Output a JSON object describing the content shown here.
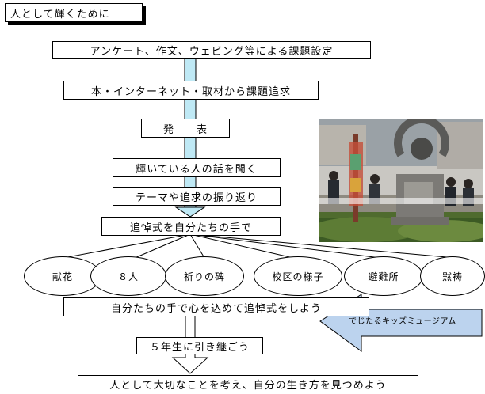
{
  "title": "人として輝くために",
  "steps": {
    "s1": "アンケート、作文、ウェビング等による課題設定",
    "s2": "本・インターネット・取材から課題追求",
    "s3": "発　　表",
    "s4": "輝いている人の話を聞く",
    "s5": "テーマや追求の振り返り",
    "s6": "追悼式を自分たちの手で",
    "s7": "自分たちの手で心を込めて追悼式をしよう",
    "s8": "５年生に引き継ごう",
    "s9": "人として大切なことを考え、自分の生き方を見つめよう"
  },
  "activities": [
    "献花",
    "８人",
    "祈りの碑",
    "校区の様子",
    "避難所",
    "黙祷"
  ],
  "side_arrow_label": "でじたるキッズミュージアム",
  "colors": {
    "connector": "#bfe9f5",
    "side_arrow": "#bcd3ee"
  }
}
